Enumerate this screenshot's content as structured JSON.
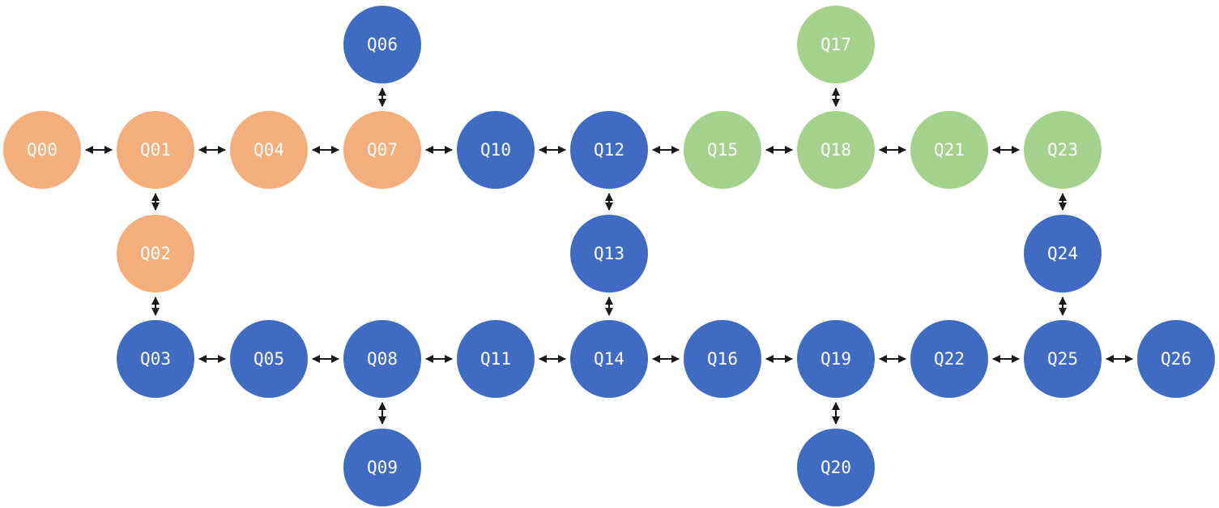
{
  "colors": {
    "orange": "#F4AE7C",
    "blue": "#3F6CC2",
    "green": "#A4D28C",
    "edge": "#1a1a1a",
    "label": "#ffffff"
  },
  "nodes": [
    {
      "id": "Q00",
      "label": "Q00",
      "group": "orange"
    },
    {
      "id": "Q01",
      "label": "Q01",
      "group": "orange"
    },
    {
      "id": "Q02",
      "label": "Q02",
      "group": "orange"
    },
    {
      "id": "Q03",
      "label": "Q03",
      "group": "blue"
    },
    {
      "id": "Q04",
      "label": "Q04",
      "group": "orange"
    },
    {
      "id": "Q05",
      "label": "Q05",
      "group": "blue"
    },
    {
      "id": "Q06",
      "label": "Q06",
      "group": "blue"
    },
    {
      "id": "Q07",
      "label": "Q07",
      "group": "orange"
    },
    {
      "id": "Q08",
      "label": "Q08",
      "group": "blue"
    },
    {
      "id": "Q09",
      "label": "Q09",
      "group": "blue"
    },
    {
      "id": "Q10",
      "label": "Q10",
      "group": "blue"
    },
    {
      "id": "Q11",
      "label": "Q11",
      "group": "blue"
    },
    {
      "id": "Q12",
      "label": "Q12",
      "group": "blue"
    },
    {
      "id": "Q13",
      "label": "Q13",
      "group": "blue"
    },
    {
      "id": "Q14",
      "label": "Q14",
      "group": "blue"
    },
    {
      "id": "Q15",
      "label": "Q15",
      "group": "green"
    },
    {
      "id": "Q16",
      "label": "Q16",
      "group": "blue"
    },
    {
      "id": "Q17",
      "label": "Q17",
      "group": "green"
    },
    {
      "id": "Q18",
      "label": "Q18",
      "group": "green"
    },
    {
      "id": "Q19",
      "label": "Q19",
      "group": "blue"
    },
    {
      "id": "Q20",
      "label": "Q20",
      "group": "blue"
    },
    {
      "id": "Q21",
      "label": "Q21",
      "group": "green"
    },
    {
      "id": "Q22",
      "label": "Q22",
      "group": "blue"
    },
    {
      "id": "Q23",
      "label": "Q23",
      "group": "green"
    },
    {
      "id": "Q24",
      "label": "Q24",
      "group": "blue"
    },
    {
      "id": "Q25",
      "label": "Q25",
      "group": "blue"
    },
    {
      "id": "Q26",
      "label": "Q26",
      "group": "blue"
    }
  ],
  "edges": [
    [
      "Q00",
      "Q01"
    ],
    [
      "Q01",
      "Q04"
    ],
    [
      "Q04",
      "Q07"
    ],
    [
      "Q07",
      "Q10"
    ],
    [
      "Q10",
      "Q12"
    ],
    [
      "Q12",
      "Q15"
    ],
    [
      "Q15",
      "Q18"
    ],
    [
      "Q18",
      "Q21"
    ],
    [
      "Q21",
      "Q23"
    ],
    [
      "Q06",
      "Q07"
    ],
    [
      "Q17",
      "Q18"
    ],
    [
      "Q01",
      "Q02"
    ],
    [
      "Q02",
      "Q03"
    ],
    [
      "Q12",
      "Q13"
    ],
    [
      "Q13",
      "Q14"
    ],
    [
      "Q23",
      "Q24"
    ],
    [
      "Q24",
      "Q25"
    ],
    [
      "Q03",
      "Q05"
    ],
    [
      "Q05",
      "Q08"
    ],
    [
      "Q08",
      "Q11"
    ],
    [
      "Q11",
      "Q14"
    ],
    [
      "Q14",
      "Q16"
    ],
    [
      "Q16",
      "Q19"
    ],
    [
      "Q19",
      "Q22"
    ],
    [
      "Q22",
      "Q25"
    ],
    [
      "Q25",
      "Q26"
    ],
    [
      "Q08",
      "Q09"
    ],
    [
      "Q19",
      "Q20"
    ]
  ]
}
